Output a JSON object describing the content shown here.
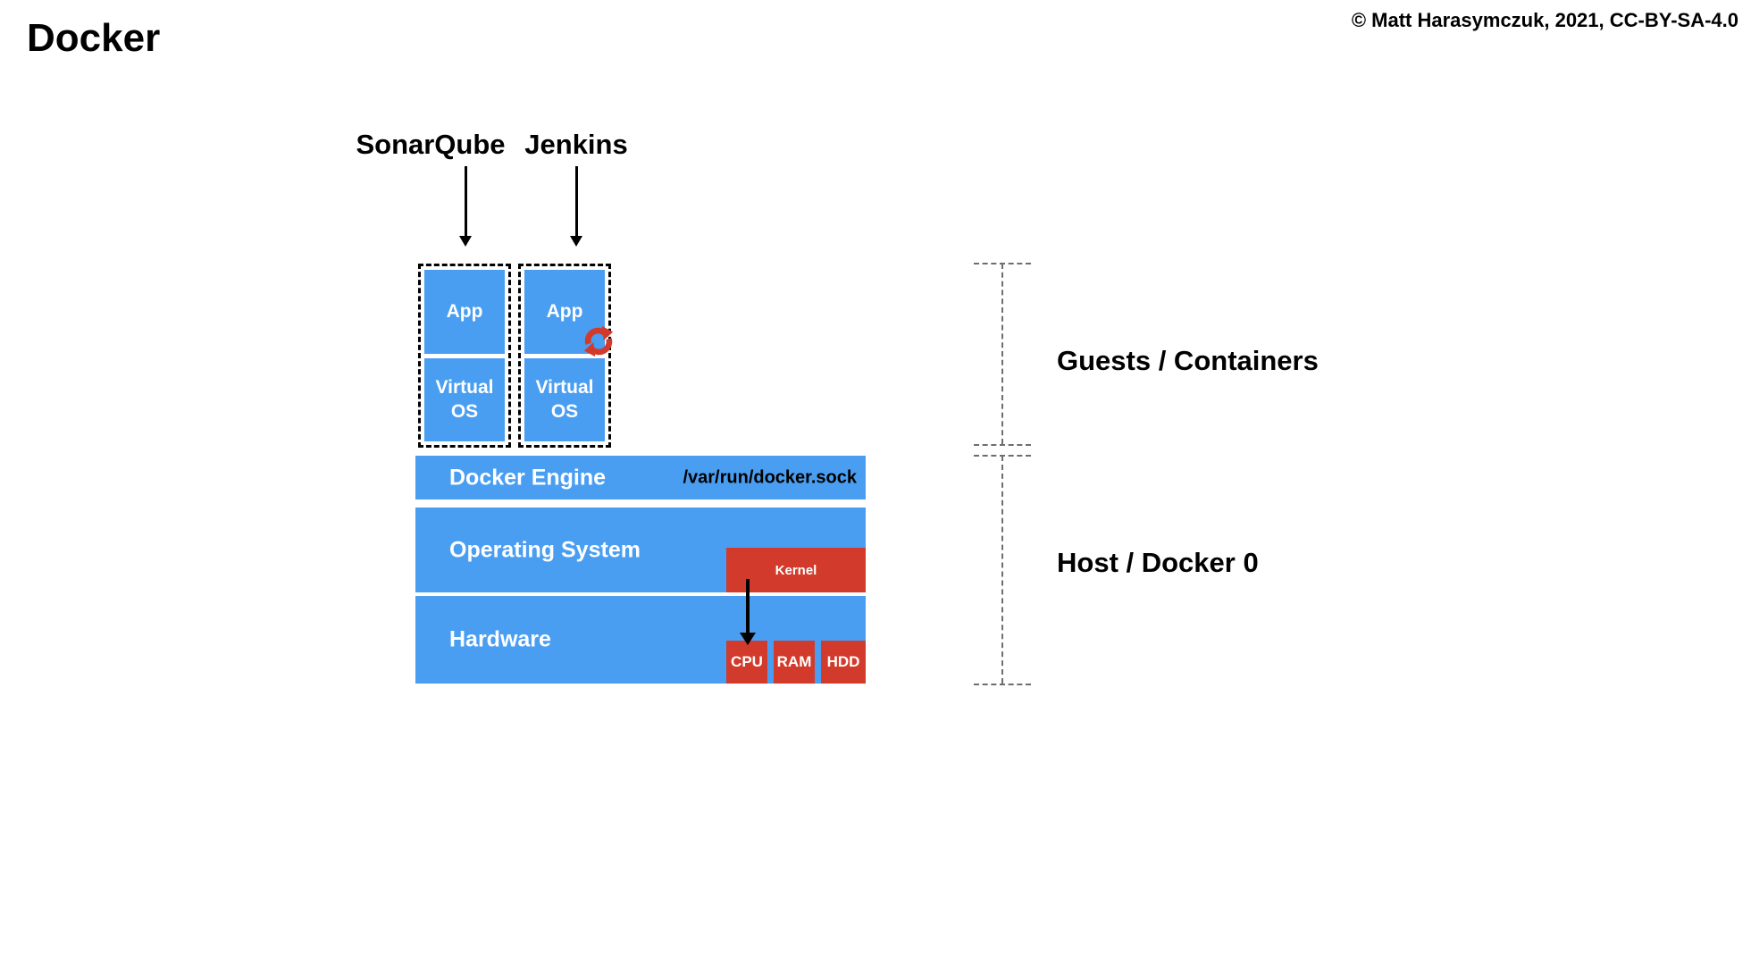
{
  "page": {
    "title": "Docker",
    "copyright": "© Matt Harasymczuk, 2021, CC-BY-SA-4.0"
  },
  "colors": {
    "container_blue": "#4a9ef1",
    "component_red": "#d23b2b",
    "arrow_black": "#000000",
    "bracket_gray": "#6e6e6e"
  },
  "guests": {
    "app_labels": [
      {
        "label": "SonarQube"
      },
      {
        "label": "Jenkins"
      }
    ],
    "containers": [
      {
        "app": "App",
        "virtual_os": "Virtual OS"
      },
      {
        "app": "App",
        "virtual_os": "Virtual OS"
      }
    ],
    "restart_icon": "circular-arrows-restart"
  },
  "host_stack": {
    "docker_engine": {
      "label": "Docker Engine",
      "socket_path": "/var/run/docker.sock"
    },
    "operating_system": {
      "label": "Operating System",
      "kernel_label": "Kernel"
    },
    "hardware": {
      "label": "Hardware",
      "components": [
        "CPU",
        "RAM",
        "HDD"
      ]
    }
  },
  "annotations": {
    "guests_label": "Guests / Containers",
    "host_label": "Host / Docker 0"
  }
}
